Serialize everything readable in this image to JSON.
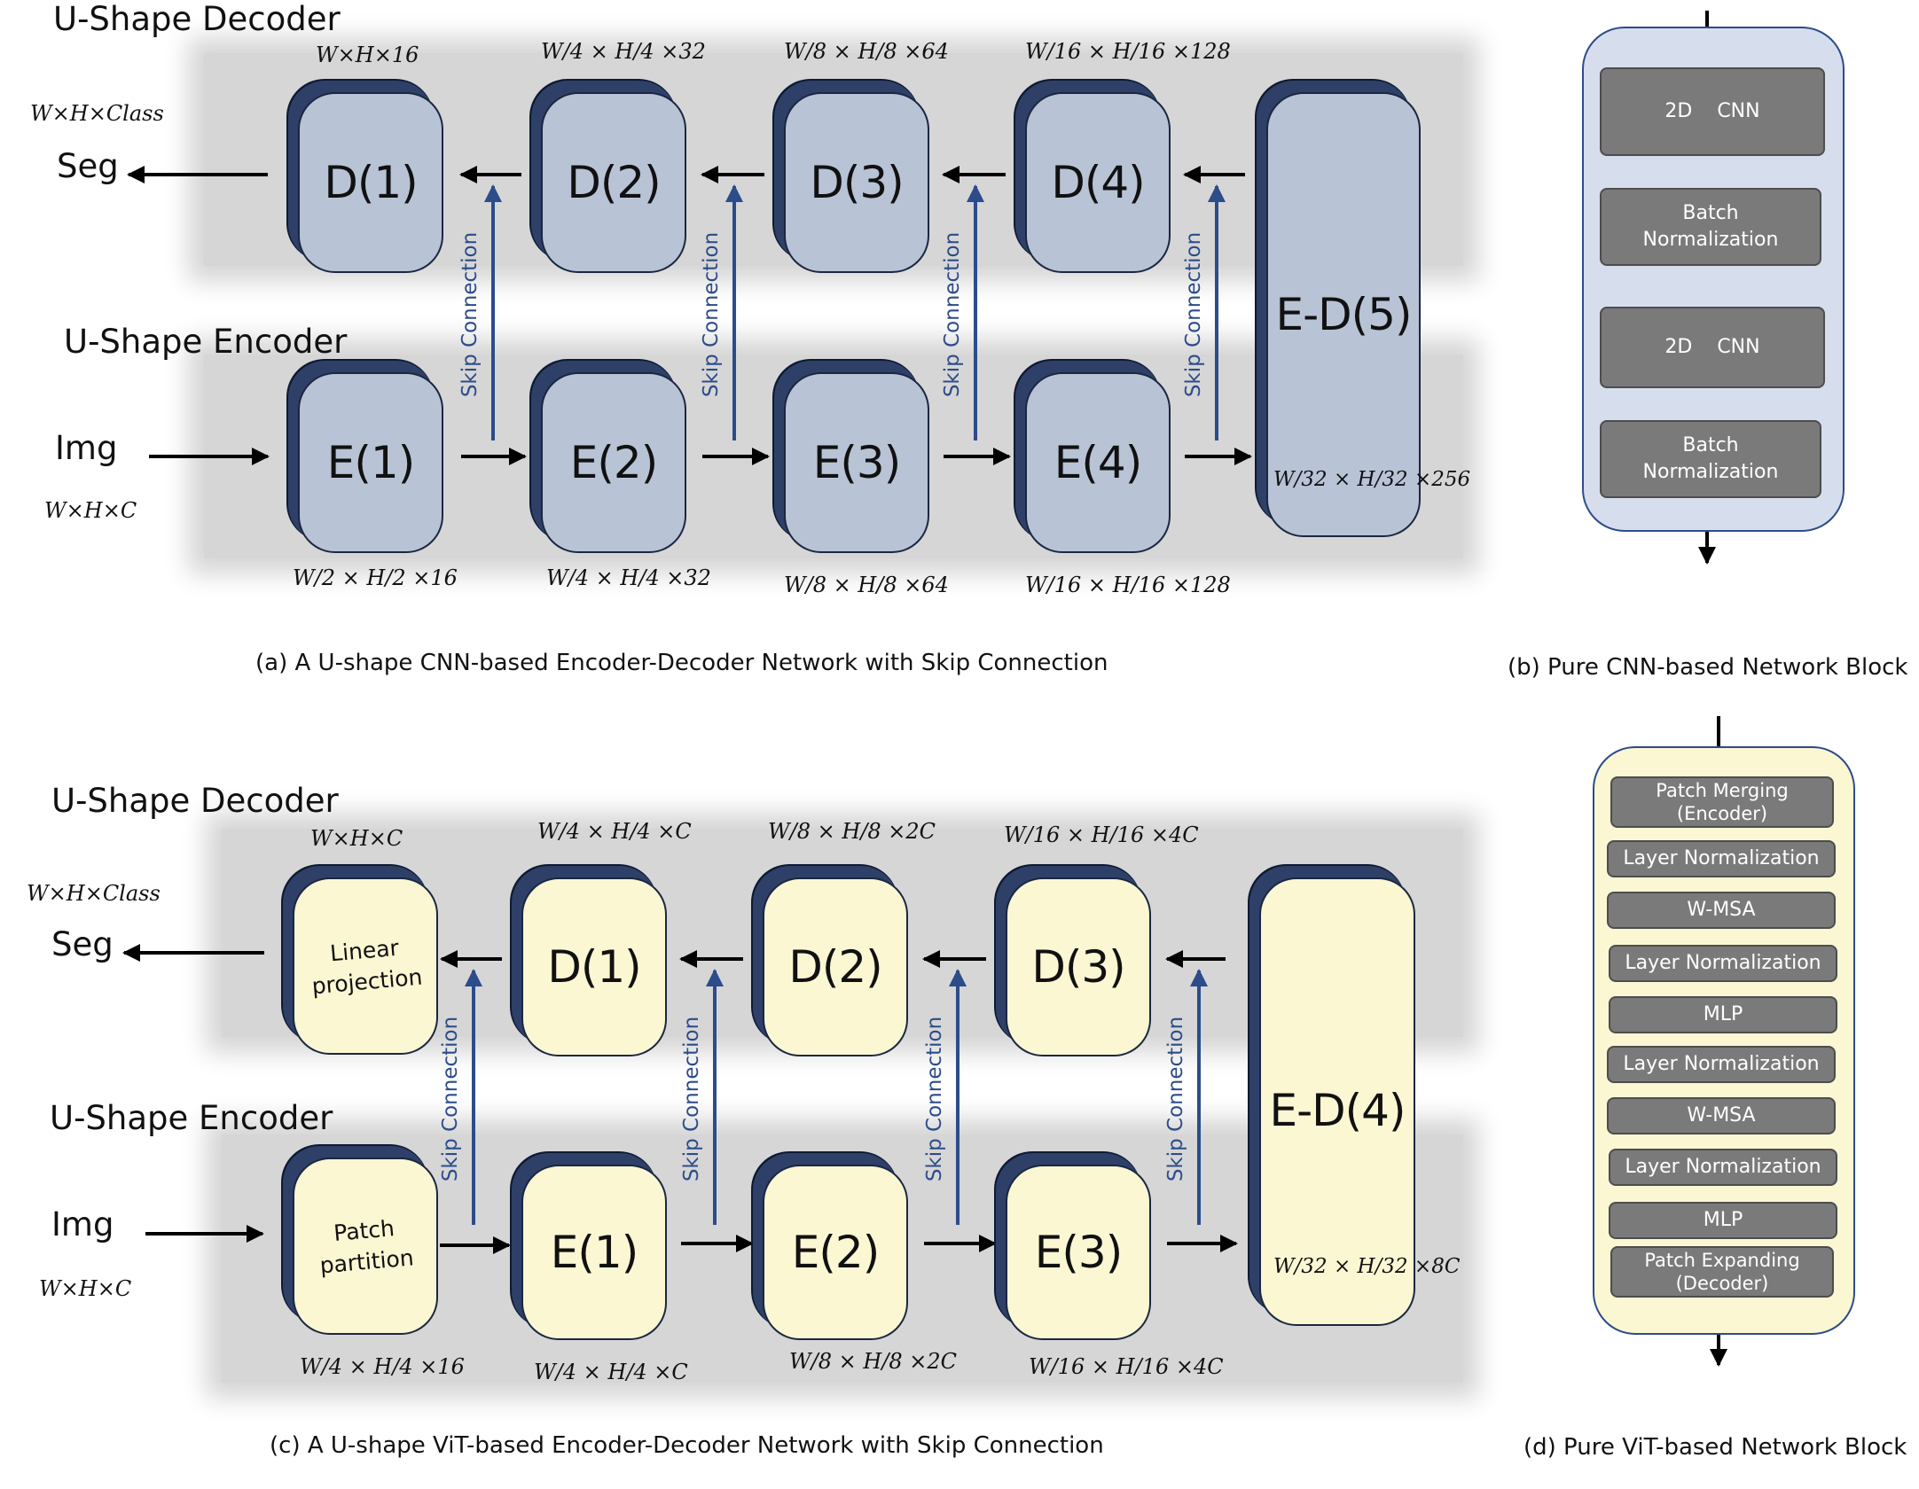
{
  "cnn": {
    "decoder_title": "U-Shape Decoder",
    "encoder_title": "U-Shape Encoder",
    "out_dim": "W×H×Class",
    "seg": "Seg",
    "img": "Img",
    "in_dim": "W×H×C",
    "decoders": [
      "D(1)",
      "D(2)",
      "D(3)",
      "D(4)"
    ],
    "bottleneck": "E-D(5)",
    "encoders": [
      "E(1)",
      "E(2)",
      "E(3)",
      "E(4)"
    ],
    "dec_dims": [
      "W×H×16",
      "W/4 × H/4 ×32",
      "W/8 × H/8 ×64",
      "W/16 × H/16 ×128"
    ],
    "enc_dims": [
      "W/2 × H/2 ×16",
      "W/4 × H/4 ×32",
      "W/8 × H/8 ×64",
      "W/16 × H/16 ×128"
    ],
    "bottleneck_dim": "W/32 × H/32 ×256",
    "caption": "(a) A U-shape CNN-based Encoder-Decoder Network with Skip Connection"
  },
  "vit": {
    "decoder_title": "U-Shape Decoder",
    "encoder_title": "U-Shape Encoder",
    "out_dim": "W×H×Class",
    "seg": "Seg",
    "img": "Img",
    "in_dim": "W×H×C",
    "linear": [
      "Linear",
      "projection"
    ],
    "patch": [
      "Patch",
      "partition"
    ],
    "decoders": [
      "D(1)",
      "D(2)",
      "D(3)"
    ],
    "bottleneck": "E-D(4)",
    "encoders": [
      "E(1)",
      "E(2)",
      "E(3)"
    ],
    "dec_dims": [
      "W×H×C",
      "W/4 × H/4 ×C",
      "W/8 × H/8 ×2C",
      "W/16 × H/16 ×4C"
    ],
    "enc_dims": [
      "W/4 × H/4 ×16",
      "W/4 × H/4 ×C",
      "W/8 × H/8 ×2C",
      "W/16 × H/16 ×4C"
    ],
    "bottleneck_dim": "W/32 × H/32 ×8C",
    "caption": "(c) A U-shape ViT-based Encoder-Decoder Network with Skip Connection"
  },
  "skip_label": "Skip Connection",
  "cnn_block": {
    "items": [
      "2D    CNN",
      "Batch Normalization",
      "2D    CNN",
      "Batch Normalization"
    ],
    "caption": "(b) Pure CNN-based Network Block"
  },
  "vit_block": {
    "items": [
      "Patch Merging (Encoder)",
      "Layer Normalization",
      "W-MSA",
      "Layer Normalization",
      "MLP",
      "Layer Normalization",
      "W-MSA",
      "Layer Normalization",
      "MLP",
      "Patch Expanding (Decoder)"
    ],
    "caption": "(d) Pure ViT-based Network Block"
  },
  "colors": {
    "cnn_box": "#b9c3d6",
    "vit_box": "#fbf7d3",
    "box_edge": "#2e4068",
    "skip_arrow": "#2c4c8a",
    "block_item": "#7a7a7a",
    "shadow_band": "#d6d6d6"
  }
}
